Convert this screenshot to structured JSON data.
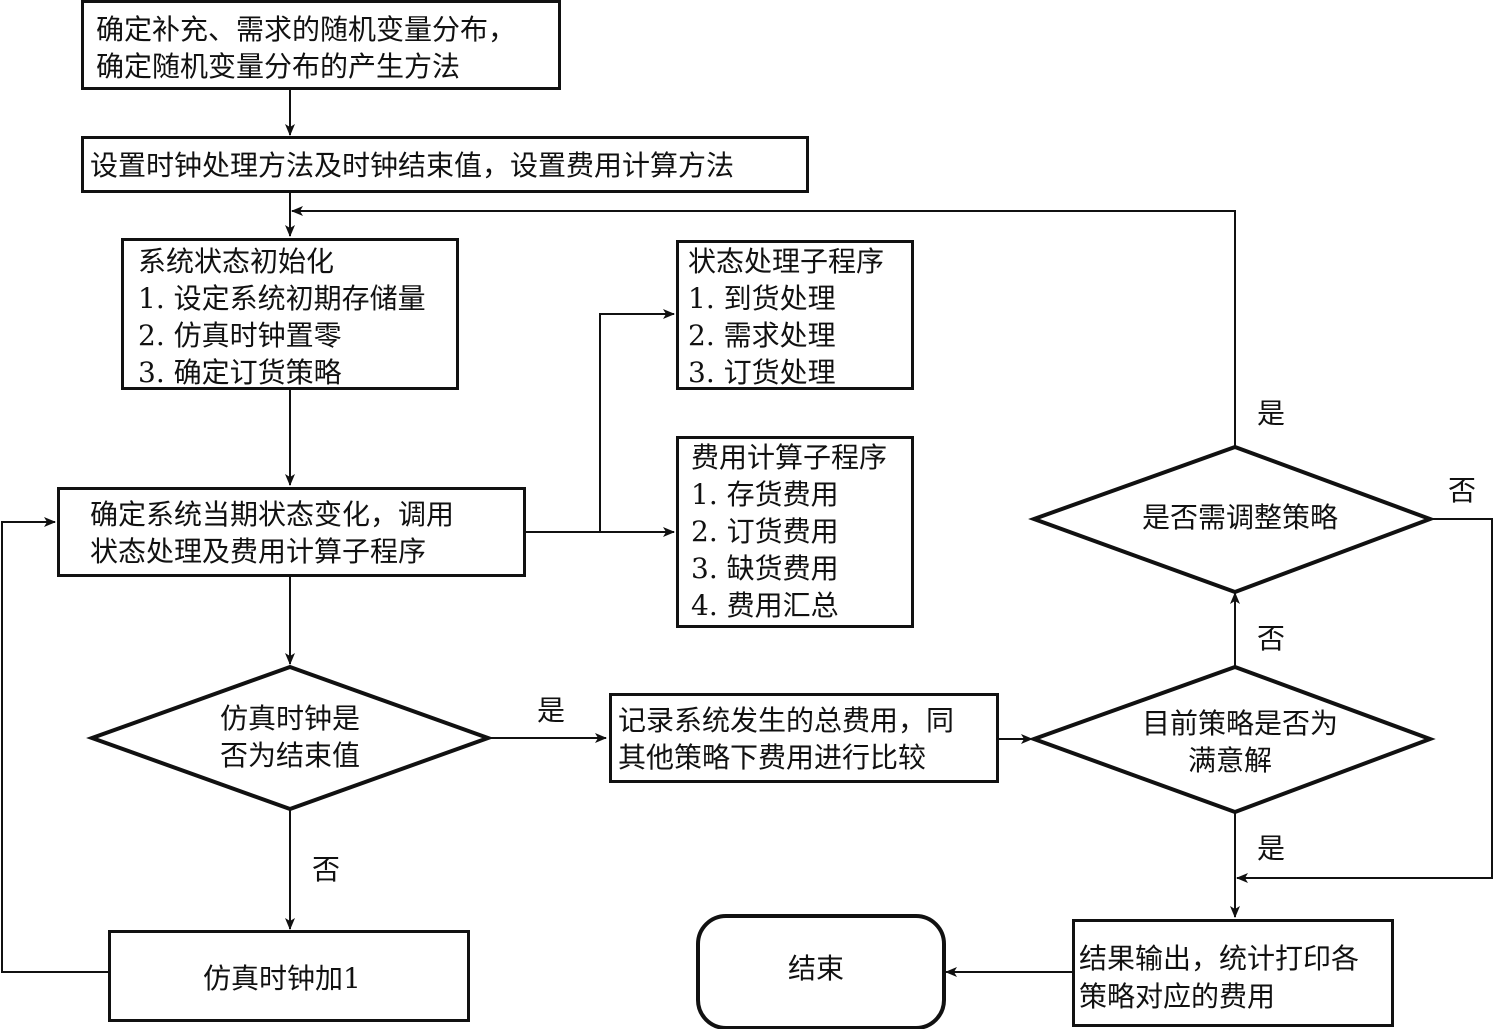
{
  "nodes": {
    "define_distributions": {
      "lines": [
        "确定补充、需求的随机变量分布，",
        "确定随机变量分布的产生方法"
      ]
    },
    "set_clock": {
      "lines": [
        "设置时钟处理方法及时钟结束值，设置费用计算方法"
      ]
    },
    "init_state": {
      "title": "系统状态初始化",
      "items": [
        "1. 设定系统初期存储量",
        "2. 仿真时钟置零",
        "3. 确定订货策略"
      ]
    },
    "state_subroutine": {
      "title": "状态处理子程序",
      "items": [
        "1. 到货处理",
        "2. 需求处理",
        "3. 订货处理"
      ]
    },
    "cost_subroutine": {
      "title": "费用计算子程序",
      "items": [
        "1. 存货费用",
        "2. 订货费用",
        "3. 缺货费用",
        "4. 费用汇总"
      ]
    },
    "determine_state": {
      "lines": [
        "确定系统当期状态变化，调用",
        "状态处理及费用计算子程序"
      ]
    },
    "clock_end_decision": {
      "lines": [
        "仿真时钟是",
        "否为结束值"
      ]
    },
    "record_cost": {
      "lines": [
        "记录系统发生的总费用，同",
        "其他策略下费用进行比较"
      ]
    },
    "satisfactory_decision": {
      "lines": [
        "目前策略是否为",
        "满意解"
      ]
    },
    "adjust_decision": {
      "lines": [
        "是否需调整策略"
      ]
    },
    "clock_increment": {
      "lines": [
        "仿真时钟加1"
      ]
    },
    "output_results": {
      "lines": [
        "结果输出，统计打印各",
        "策略对应的费用"
      ]
    },
    "end": {
      "lines": [
        "结束"
      ]
    }
  },
  "edge_labels": {
    "clock_end_yes": "是",
    "clock_end_no": "否",
    "satisfactory_no": "否",
    "satisfactory_yes": "是",
    "adjust_yes": "是",
    "adjust_no": "否"
  },
  "colors": {
    "stroke": "#111111",
    "background": "#ffffff"
  }
}
